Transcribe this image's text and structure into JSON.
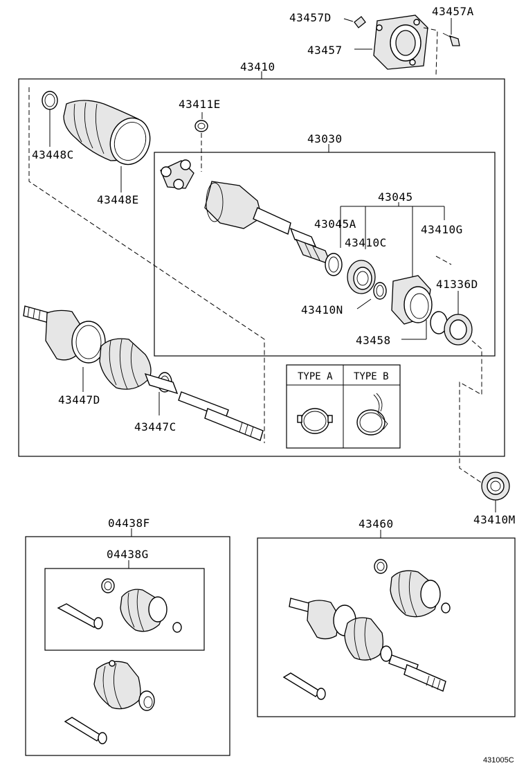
{
  "diagram": {
    "labels": {
      "p43457D": "43457D",
      "p43457A": "43457A",
      "p43457": "43457",
      "p43410": "43410",
      "p43411E": "43411E",
      "p43030": "43030",
      "p43448C": "43448C",
      "p43448E": "43448E",
      "p43045": "43045",
      "p43045A": "43045A",
      "p43410G": "43410G",
      "p43410C": "43410C",
      "p41336D": "41336D",
      "p43410N": "43410N",
      "p43458": "43458",
      "p43447D": "43447D",
      "p43447C": "43447C",
      "p43410M": "43410M",
      "p04438F": "04438F",
      "p04438G": "04438G",
      "p43460": "43460",
      "type_a": "TYPE A",
      "type_b": "TYPE B",
      "ref_code": "431005C"
    }
  }
}
